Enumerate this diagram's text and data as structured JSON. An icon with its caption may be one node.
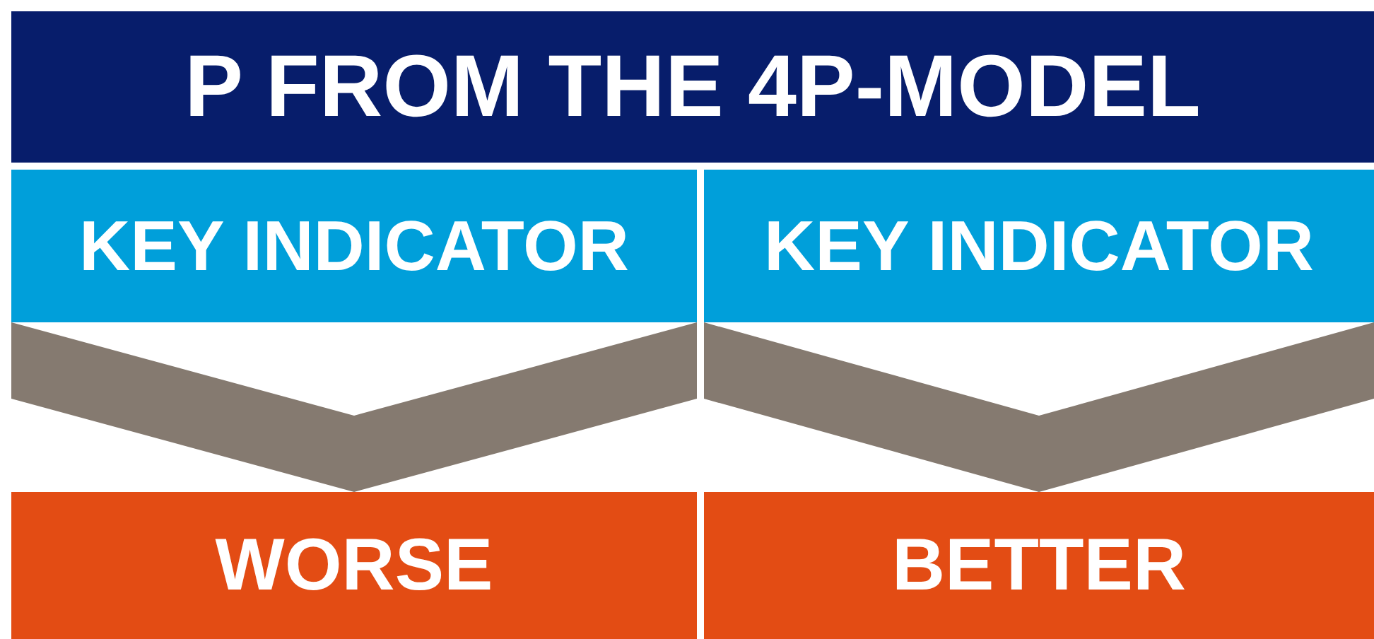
{
  "diagram": {
    "nodes": [
      {
        "text": [
          "P FROM THE 4P-MODEL"
        ]
      },
      {
        "text": [
          "KEY INDICATOR"
        ]
      },
      {
        "text": [
          "KEY INDICATOR"
        ]
      },
      {
        "text": [
          "WORSE"
        ]
      },
      {
        "text": [
          "BETTER"
        ]
      }
    ],
    "edges": [
      {
        "from": 1,
        "to": 3,
        "arrow": "to"
      },
      {
        "from": 2,
        "to": 4,
        "arrow": "to"
      }
    ]
  }
}
